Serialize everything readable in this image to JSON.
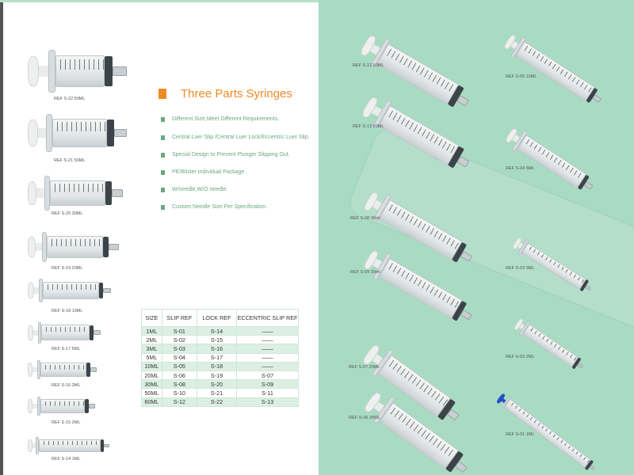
{
  "heading": "Three Parts Syringes",
  "features": [
    "Different Size,Meet Different Requirements.",
    "Central Luer Slip /Central Luer Lock/Eccentric Luer Slip.",
    "Special Design to Prevent Plunger Slipping Out.",
    "PE/Blister Individual Package .",
    "W/needle,W/O needle.",
    "Custom Needle Size Per Specification."
  ],
  "table": {
    "headers": [
      "SIZE",
      "SLIP REF",
      "LOCK REF",
      "ECCENTRIC SLIP  REF"
    ],
    "rows": [
      [
        "1ML",
        "S-01",
        "S-14",
        "——"
      ],
      [
        "2ML",
        "S-02",
        "S-15",
        "——"
      ],
      [
        "3ML",
        "S-03",
        "S-16",
        "——"
      ],
      [
        "5ML",
        "S-04",
        "S-17",
        "——"
      ],
      [
        "10ML",
        "S-05",
        "S-18",
        "——"
      ],
      [
        "20ML",
        "S-06",
        "S-19",
        "S-07"
      ],
      [
        "30ML",
        "S-08",
        "S-20",
        "S-09"
      ],
      [
        "50ML",
        "S-10",
        "S-21",
        "S-11"
      ],
      [
        "60ML",
        "S-12",
        "S-22",
        "S-13"
      ]
    ]
  },
  "left_products": [
    "REF S-22 60ML",
    "REF S-21 50ML",
    "REF S-20 30ML",
    "REF S-19 20ML",
    "REF S-18 10ML",
    "REF S-17 5ML",
    "REF S-16 3ML",
    "REF S-15 2ML",
    "REF S-14 1ML"
  ],
  "right_products": [
    "REF S-12 60ML",
    "REF S-13 60ML",
    "REF S-05 10ML",
    "REF S-04 5ML",
    "REF  S-08 30ml",
    "REF S-09 30ml",
    "REF S-03 3ML",
    "REF S-07 20ML",
    "REF-S-06 20ML",
    "REF S-02 2ML",
    "REF S-01 1ML"
  ],
  "colors": {
    "accent": "#f08a24",
    "green": "#6aa881",
    "panel": "#a9dbc3",
    "plunger_blue": "#1f4fc4"
  }
}
